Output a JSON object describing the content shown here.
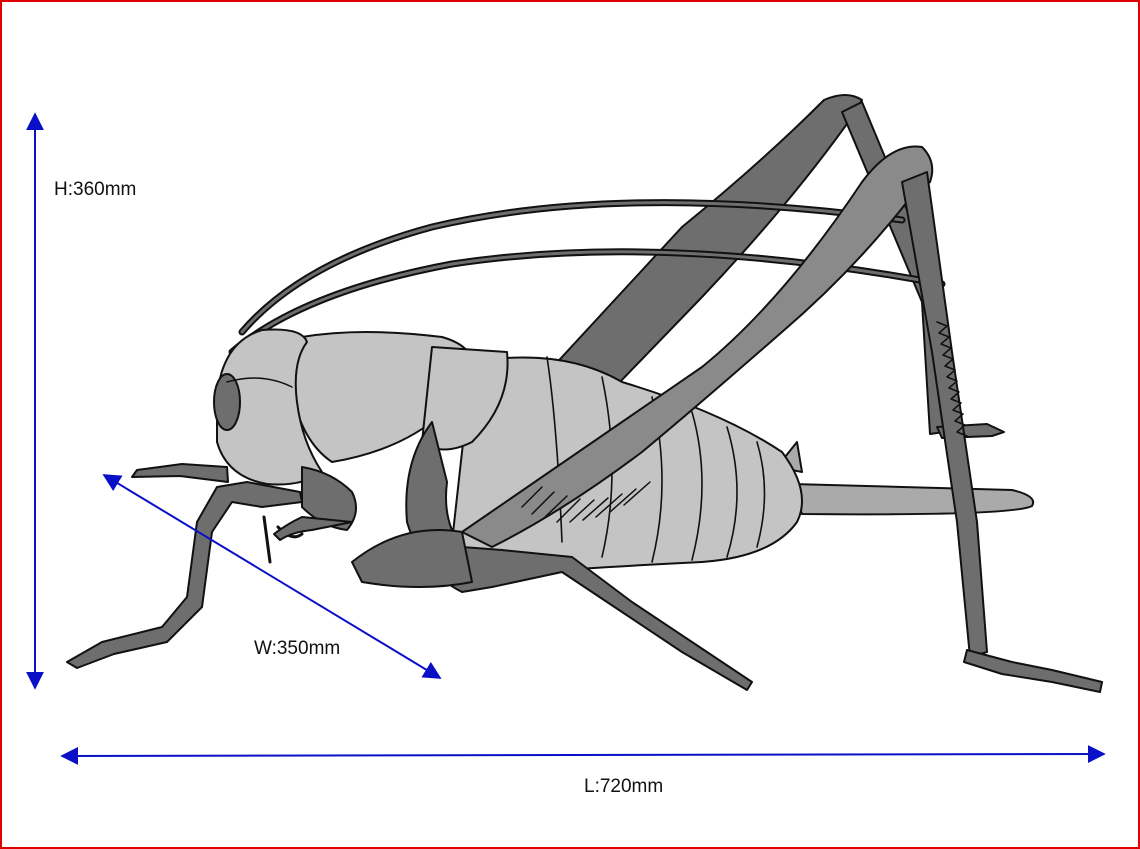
{
  "dimensions": {
    "height_label": "H:360mm",
    "width_label": "W:350mm",
    "length_label": "L:720mm"
  },
  "colors": {
    "frame_border": "#e00000",
    "dimension_arrow": "#0a10c8",
    "body_light": "#c4c4c4",
    "body_mid": "#aaaaaa",
    "leg_dark": "#6e6e6e",
    "outline": "#111111"
  },
  "icons": {
    "main_illustration": "cricket-illustration-icon",
    "arrows": "double-arrow-icon"
  }
}
